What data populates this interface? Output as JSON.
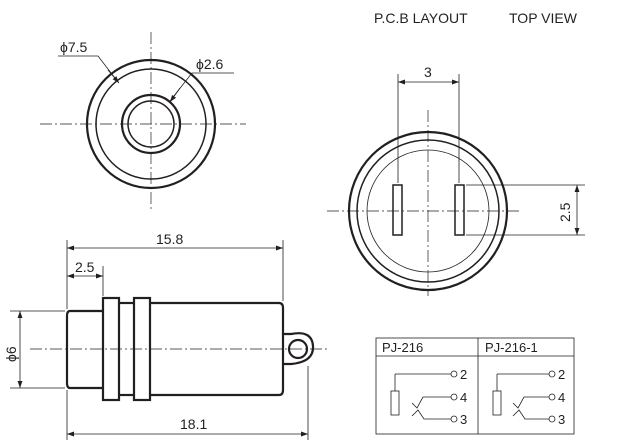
{
  "header": {
    "pcb_layout": "P.C.B LAYOUT",
    "top_view": "TOP VIEW"
  },
  "front_view": {
    "outer_diameter": "ϕ7.5",
    "inner_diameter": "ϕ2.6"
  },
  "side_view": {
    "overall_length": "15.8",
    "front_offset": "2.5",
    "body_diameter": "ϕ6",
    "total_length": "18.1"
  },
  "pcb_view": {
    "pin_spacing": "3",
    "pin_offset": "2.5"
  },
  "schematic": {
    "models": [
      {
        "name": "PJ-216",
        "pins": [
          "2",
          "4",
          "3"
        ]
      },
      {
        "name": "PJ-216-1",
        "pins": [
          "2",
          "4",
          "3"
        ]
      }
    ]
  }
}
